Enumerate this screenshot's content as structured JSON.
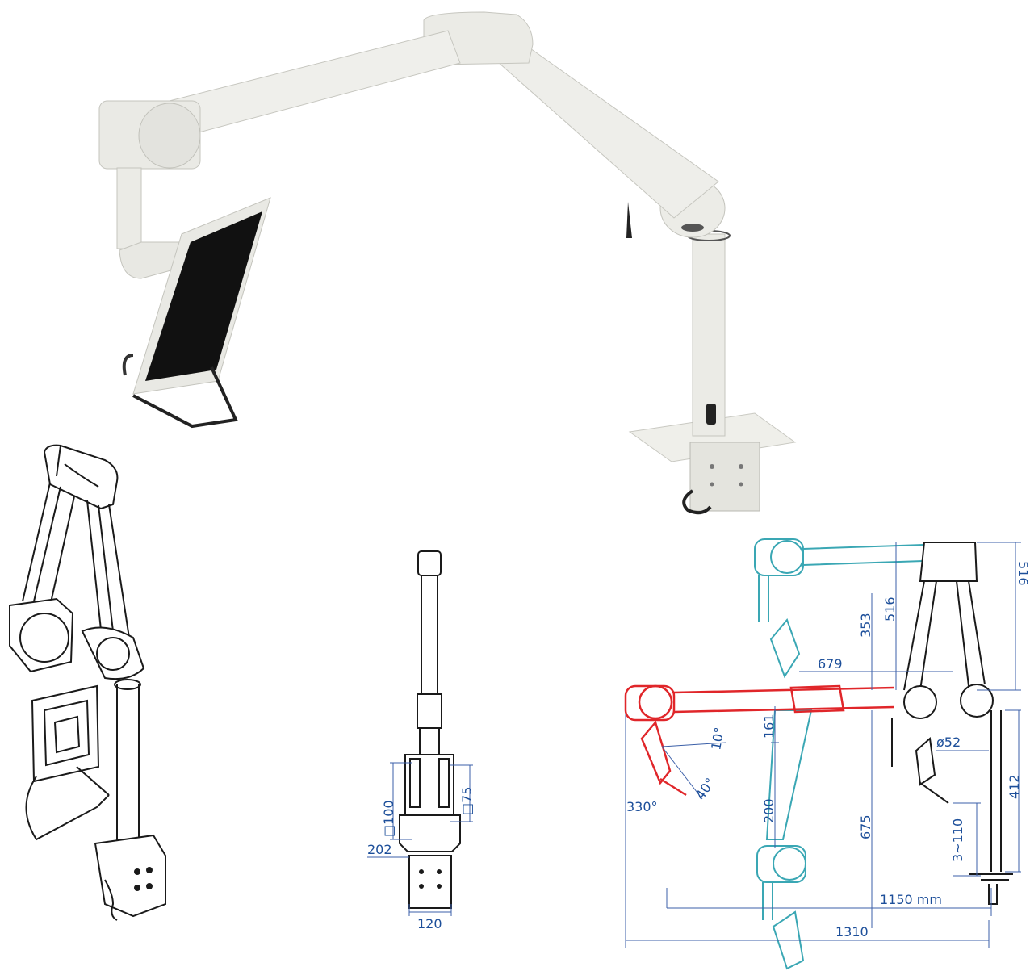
{
  "colors": {
    "product_body": "#ecece8",
    "screen": "#111111",
    "drawing_ink": "#1a1a1a",
    "dimension_blue": "#1d4f9a",
    "position_high": "#3aa7b4",
    "position_mid": "#e0262a"
  },
  "front_view": {
    "labels": {
      "vesa_left": "□100",
      "vesa_right": "□75",
      "base_width": "202",
      "clamp_width": "120"
    }
  },
  "side_view": {
    "labels": {
      "d516_right": "516",
      "d516": "516",
      "d353": "353",
      "d679": "679",
      "d161": "161",
      "d10": "10°",
      "d40": "40°",
      "d200": "200",
      "d330": "330°",
      "d675": "675",
      "d52": "ø52",
      "d412": "412",
      "d3_110": "3~110",
      "d1150": "1150  mm",
      "d1310": "1310"
    }
  }
}
